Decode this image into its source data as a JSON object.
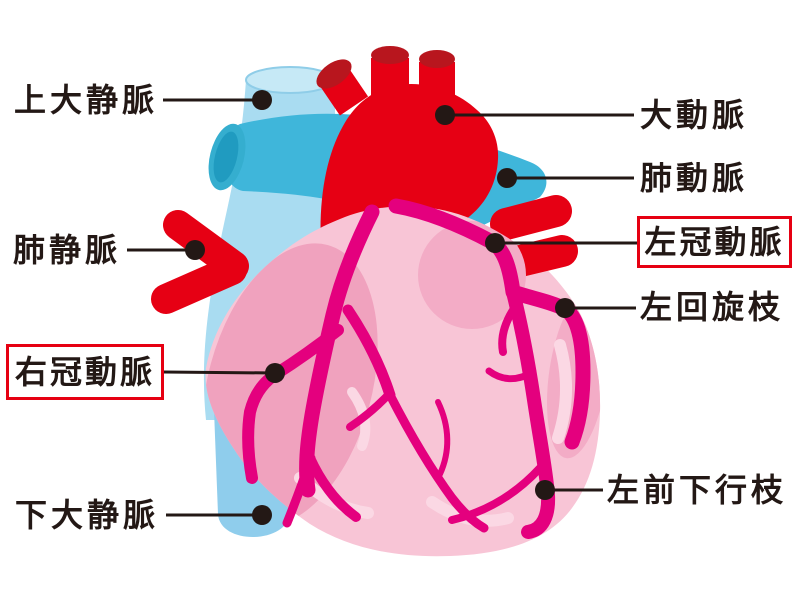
{
  "diagram": {
    "labels": {
      "superior_vena_cava": {
        "text": "上大静脈",
        "boxed": false,
        "side": "left"
      },
      "pulmonary_vein": {
        "text": "肺静脈",
        "boxed": false,
        "side": "left"
      },
      "right_coronary_artery": {
        "text": "右冠動脈",
        "boxed": true,
        "side": "left"
      },
      "inferior_vena_cava": {
        "text": "下大静脈",
        "boxed": false,
        "side": "left"
      },
      "aorta": {
        "text": "大動脈",
        "boxed": false,
        "side": "right"
      },
      "pulmonary_artery": {
        "text": "肺動脈",
        "boxed": false,
        "side": "right"
      },
      "left_coronary_artery": {
        "text": "左冠動脈",
        "boxed": true,
        "side": "right"
      },
      "left_circumflex_branch": {
        "text": "左回旋枝",
        "boxed": false,
        "side": "right"
      },
      "left_anterior_descending_branch": {
        "text": "左前下行枝",
        "boxed": false,
        "side": "right"
      }
    },
    "colors": {
      "label_text": "#231815",
      "leader_line": "#231815",
      "leader_dot": "#231815",
      "highlight_box_border": "#E60012",
      "vena_cava_blue": "#A9DCF1",
      "vena_cava_opening": "#C6E9F6",
      "inferior_vena_cava_blue": "#8FCDEC",
      "pulmonary_artery_cyan": "#3FB6DA",
      "pulmonary_artery_opening": "#209BC0",
      "aorta_red": "#E60014",
      "aorta_opening_dark_red": "#B8161E",
      "heart_body_pink": "#F8C5D6",
      "heart_shade_pink": "#F0A2BE",
      "heart_mid_pink": "#F3ACC6",
      "heart_highlight_pink": "#FBD8E4",
      "coronary_magenta": "#E4007E"
    }
  }
}
